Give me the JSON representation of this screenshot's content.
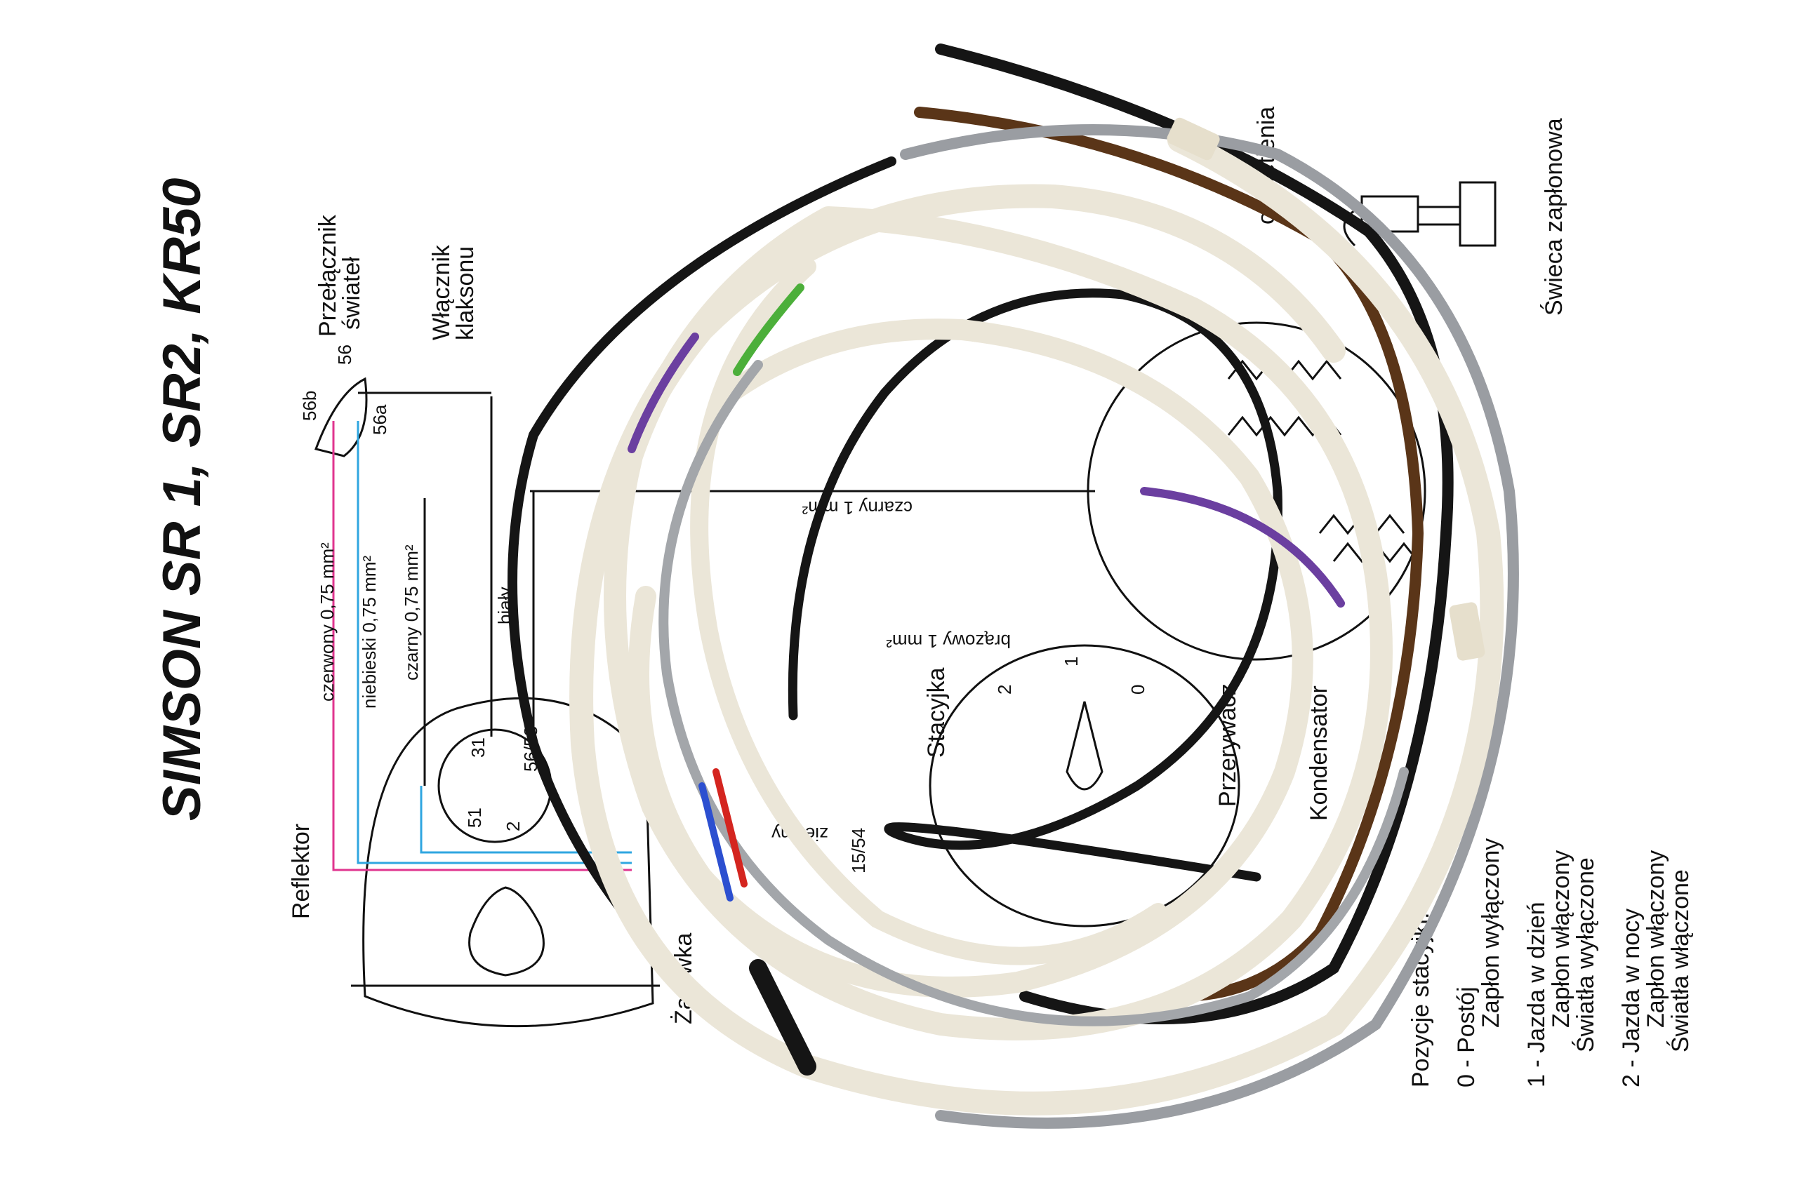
{
  "diagram": {
    "title": "SIMSON SR 1, SR2, KR50",
    "labels": {
      "przelacznik": "Przełącznik",
      "swiatel": "świateł",
      "wlacznik": "Włącznik",
      "klaksonu": "klaksonu",
      "reflektor": "Reflektor",
      "zarowka": "Żarówka",
      "stacyjka": "Stacyjka",
      "przerywacz": "Przerywacz",
      "kondensator": "Kondensator",
      "swieca": "Świeca zapłonowa",
      "oswietlenia": "oświetlenia"
    },
    "wires": {
      "czerwony": "czerwony 0,75 mm²",
      "niebieski": "niebieski 0,75 mm²",
      "czarny": "czarny 0,75 mm²",
      "bialy": "biały",
      "czarny1": "czarny 1 mm²",
      "brazowy1": "brązowy 1 mm²",
      "zielony": "zielony"
    },
    "terminals": {
      "t56": "56",
      "t56a": "56a",
      "t56b": "56b",
      "t31": "31",
      "t5658": "56/58",
      "t51": "51",
      "t2": "2",
      "t1554": "15/54",
      "k0": "0",
      "k1": "1",
      "k2": "2"
    },
    "positions": {
      "heading": "Pozycje stacyjki:",
      "p0a": "0 - Postój",
      "p0b": "Zapłon wyłączony",
      "p1a": "1 - Jazda w dzień",
      "p1b": "Zapłon włączony",
      "p1c": "Światła wyłączone",
      "p2a": "2 - Jazda w nocy",
      "p2b": "Zapłon włączony",
      "p2c": "Światła włączone"
    }
  },
  "colors": {
    "paper": "#ffffff",
    "sheath": "#ebe6d8",
    "black_wire": "#151515",
    "brown_wire": "#5a3518",
    "gray_wire": "#9a9da2",
    "green_wire": "#4caf3a",
    "purple_wire": "#6b3fa0",
    "red_wire": "#d4251f",
    "blue_wire": "#2c4fd0",
    "pink_line": "#e0358f",
    "cyan_line": "#2fa6e0"
  }
}
